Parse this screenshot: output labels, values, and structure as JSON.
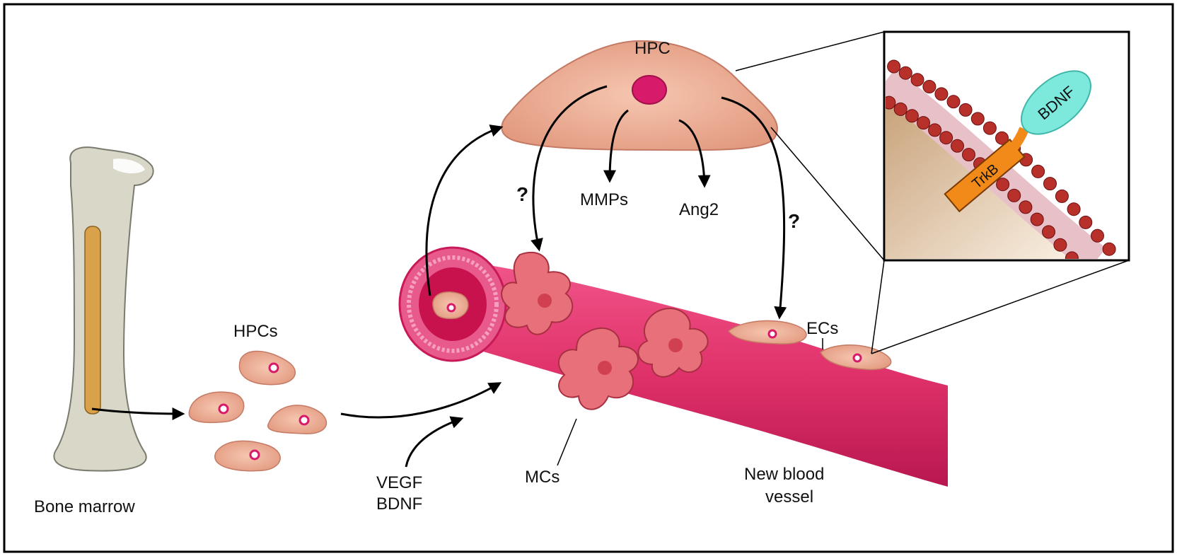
{
  "labels": {
    "hpc": "HPC",
    "hpcs": "HPCs",
    "bone_marrow": "Bone marrow",
    "mmps": "MMPs",
    "ang2": "Ang2",
    "question_left": "?",
    "question_right": "?",
    "ecs": "ECs",
    "mcs": "MCs",
    "vegf": "VEGF",
    "bdnf_factor": "BDNF",
    "new_blood_vessel_line1": "New blood",
    "new_blood_vessel_line2": "vessel",
    "inset_bdnf": "BDNF",
    "inset_trkb": "TrkB"
  },
  "colors": {
    "cell_fill": "#eba88e",
    "cell_stroke": "#c47a64",
    "nucleus": "#d81a6a",
    "vessel": "#e0316a",
    "vessel_dark": "#b81750",
    "mural_cell": "#e8707a",
    "bone": "#d8d7c8",
    "marrow": "#d9a24a",
    "lipid_head": "#b8302a",
    "trkb": "#f28a1a",
    "bdnf": "#7de8dc",
    "frame": "#000000"
  }
}
